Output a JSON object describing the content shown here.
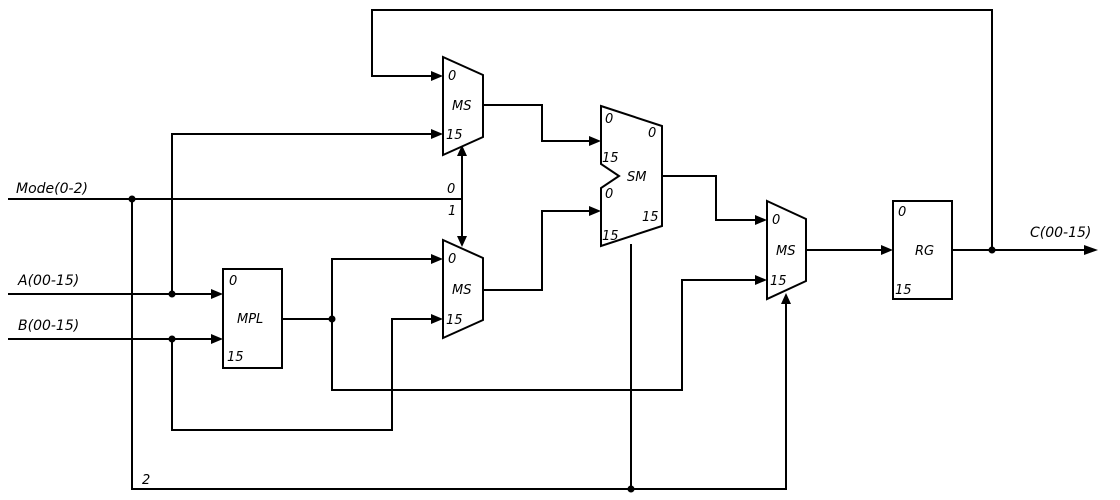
{
  "signals": {
    "mode": "Mode(0-2)",
    "a": "A(00-15)",
    "b": "B(00-15)",
    "c": "C(00-15)",
    "mode_bit0": "0",
    "mode_bit1": "1",
    "mode_bit2": "2"
  },
  "blocks": {
    "ms_top": {
      "name": "MS",
      "in0": "0",
      "in1": "15"
    },
    "ms_mid": {
      "name": "MS",
      "in0": "0",
      "in1": "15"
    },
    "ms_out": {
      "name": "MS",
      "in0": "0",
      "in1": "15"
    },
    "mpl": {
      "name": "MPL",
      "in0": "0",
      "in1": "15"
    },
    "sm": {
      "name": "SM",
      "in0": "0",
      "in1": "0",
      "in2": "15",
      "in3": "15"
    },
    "rg": {
      "name": "RG",
      "in0": "0",
      "in1": "15"
    }
  }
}
